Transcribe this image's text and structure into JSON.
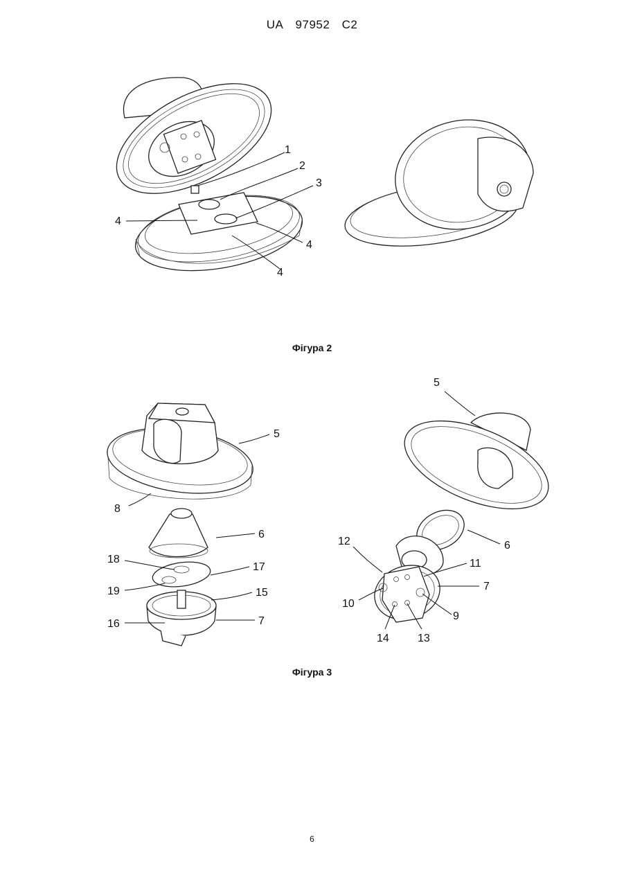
{
  "header": {
    "office": "UA",
    "number": "97952",
    "kind": "C2"
  },
  "figure2": {
    "caption": "Фігура 2",
    "labels": {
      "l1": "1",
      "l2": "2",
      "l3": "3",
      "l4a": "4",
      "l4b": "4",
      "l4c": "4"
    }
  },
  "figure3": {
    "caption": "Фігура 3",
    "left_labels": {
      "l5": "5",
      "l8": "8",
      "l6": "6",
      "l18": "18",
      "l17": "17",
      "l19": "19",
      "l15": "15",
      "l16": "16",
      "l7": "7"
    },
    "right_labels": {
      "l5": "5",
      "l6": "6",
      "l12": "12",
      "l11": "11",
      "l7": "7",
      "l10": "10",
      "l9": "9",
      "l14": "14",
      "l13": "13"
    }
  },
  "page_number": "6"
}
